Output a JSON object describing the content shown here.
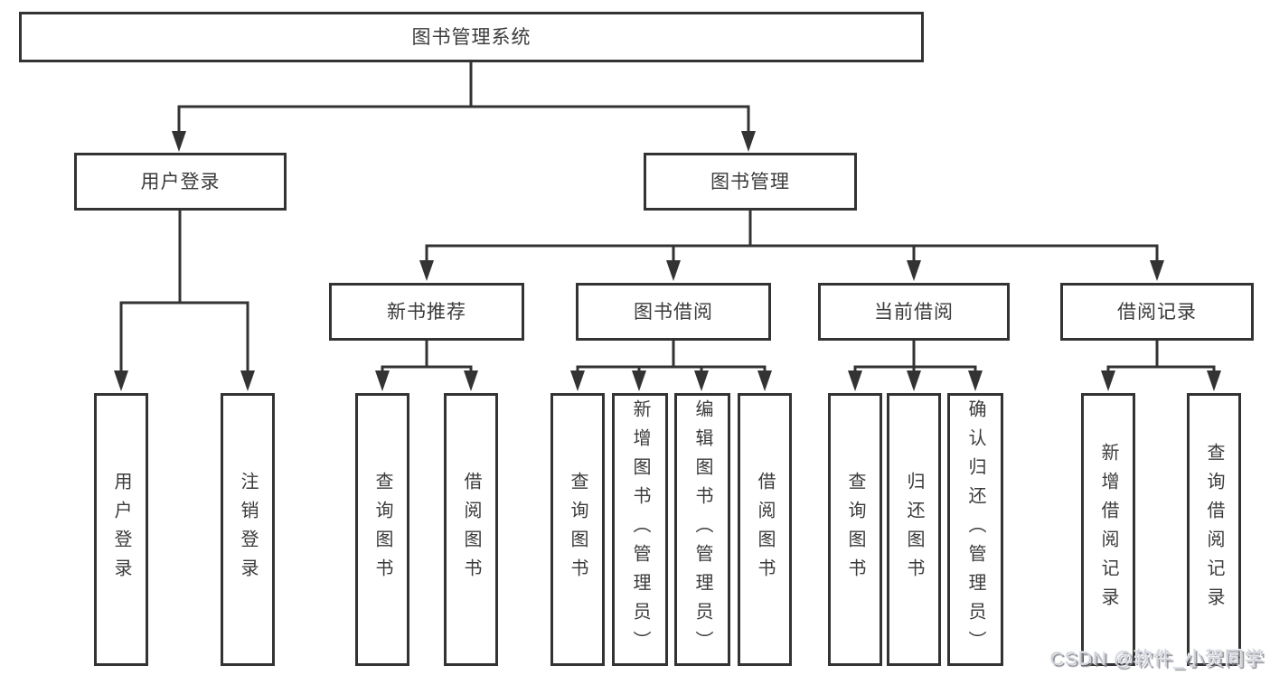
{
  "diagram_type": "hierarchy-tree",
  "colors": {
    "line": "#333333",
    "box_border": "#333333",
    "text": "#3b3b3b",
    "background": "#ffffff",
    "watermark": "#cdd0d8"
  },
  "tree": {
    "label": "图书管理系统",
    "children": [
      {
        "label": "用户登录",
        "children": [
          {
            "label": "用户登录"
          },
          {
            "label": "注销登录"
          }
        ]
      },
      {
        "label": "图书管理",
        "children": [
          {
            "label": "新书推荐",
            "children": [
              {
                "label": "查询图书"
              },
              {
                "label": "借阅图书"
              }
            ]
          },
          {
            "label": "图书借阅",
            "children": [
              {
                "label": "查询图书"
              },
              {
                "label": "新增图书（管理员）"
              },
              {
                "label": "编辑图书（管理员）"
              },
              {
                "label": "借阅图书"
              }
            ]
          },
          {
            "label": "当前借阅",
            "children": [
              {
                "label": "查询图书"
              },
              {
                "label": "归还图书"
              },
              {
                "label": "确认归还（管理员）"
              }
            ]
          },
          {
            "label": "借阅记录",
            "children": [
              {
                "label": "新增借阅记录"
              },
              {
                "label": "查询借阅记录"
              }
            ]
          }
        ]
      }
    ]
  },
  "watermark": {
    "text": "CSDN @软件_小贺同学"
  }
}
